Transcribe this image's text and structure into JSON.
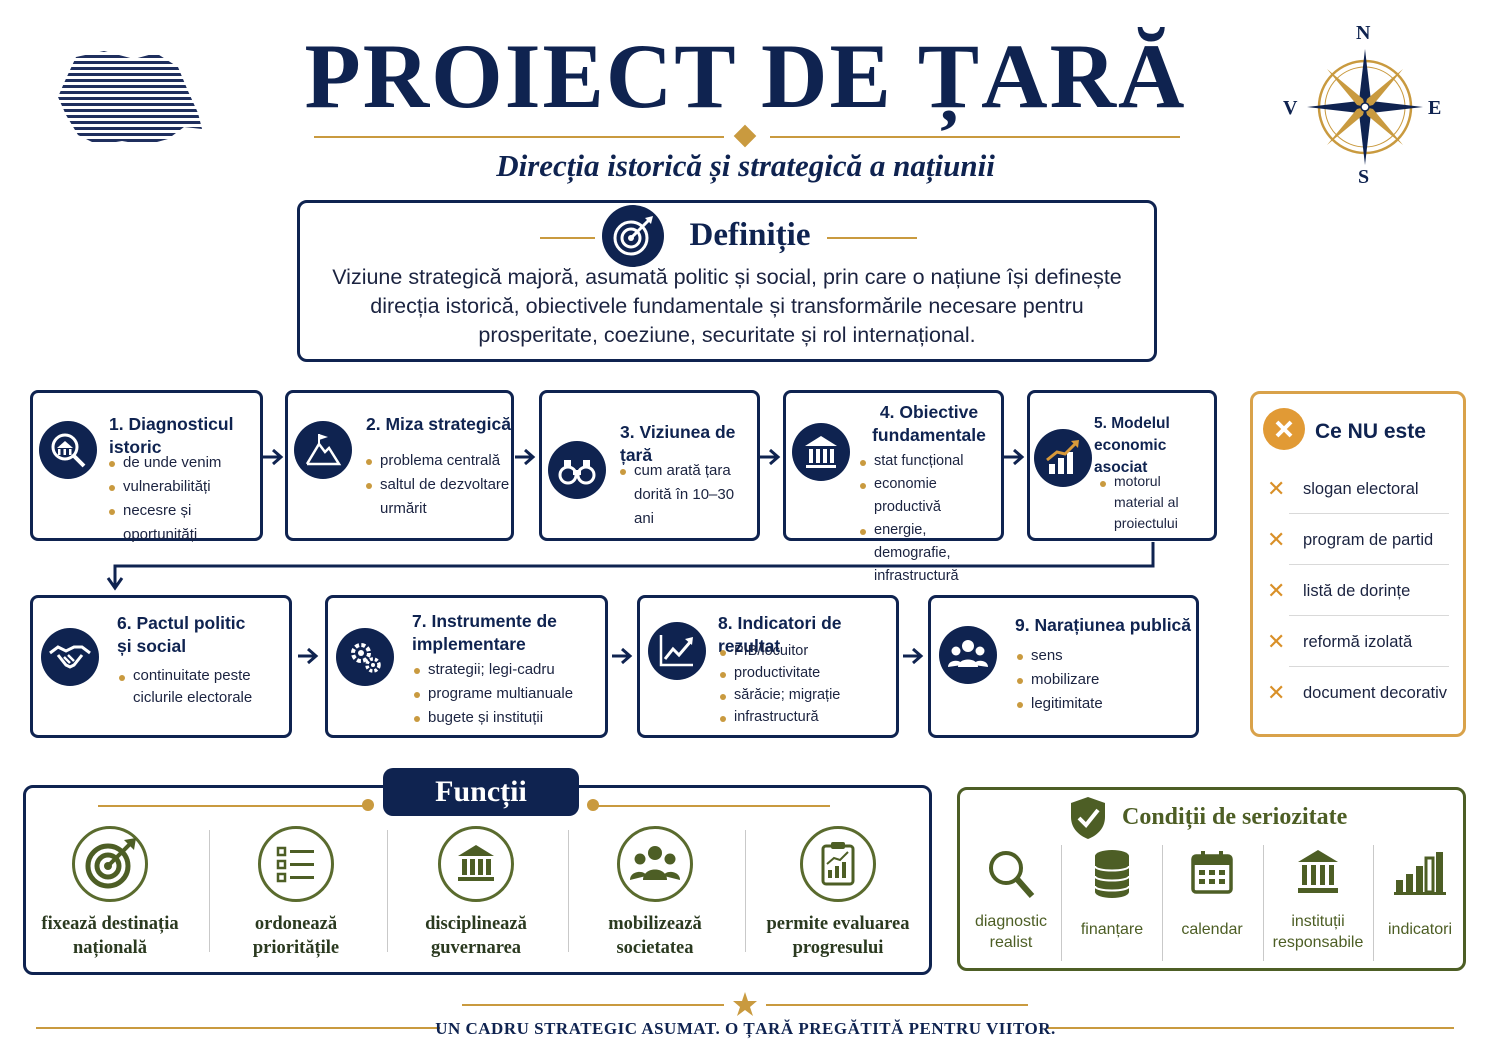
{
  "header": {
    "title": "PROIECT DE ȚARĂ",
    "subtitle": "Direcția istorică și strategică a națiunii",
    "compass": {
      "n": "N",
      "s": "S",
      "e": "E",
      "w": "V"
    }
  },
  "definition": {
    "title": "Definiție",
    "text": "Viziune strategică majoră, asumată politic și social, prin care o națiune își definește direcția istorică, obiectivele fundamentale și transformările necesare pentru prosperitate, coeziune, securitate și rol internațional."
  },
  "steps": [
    {
      "title": "1. Diagnosticul istoric",
      "icon": "magnifier-institution-icon",
      "bullets": [
        "de unde venim",
        "vulnerabilități",
        "necesre și oportunități"
      ]
    },
    {
      "title": "2. Miza strategică",
      "icon": "mountain-flag-icon",
      "bullets": [
        "problema centrală",
        "saltul de dezvoltare urmărit"
      ]
    },
    {
      "title": "3. Viziunea de țară",
      "icon": "binoculars-icon",
      "bullets": [
        "cum arată țara dorită în 10–30 ani"
      ]
    },
    {
      "title": "4. Obiective fundamentale",
      "icon": "institution-icon",
      "bullets": [
        "stat funcțional",
        "economie productivă",
        "energie, demografie, infrastructură"
      ]
    },
    {
      "title": "5. Modelul economic asociat",
      "icon": "growth-chart-icon",
      "bullets": [
        "motorul material al proiectului"
      ]
    },
    {
      "title": "6. Pactul politic și social",
      "icon": "handshake-icon",
      "bullets": [
        "continuitate peste ciclurile electorale"
      ]
    },
    {
      "title": "7. Instrumente de implementare",
      "icon": "gears-icon",
      "bullets": [
        "strategii; legi-cadru",
        "programe multianuale",
        "bugete și instituții"
      ]
    },
    {
      "title": "8. Indicatori de rezultat",
      "icon": "line-chart-icon",
      "bullets": [
        "PIB/locuitor",
        "productivitate",
        "sărăcie; migrație",
        "infrastructură"
      ]
    },
    {
      "title": "9. Narațiunea publică",
      "icon": "people-icon",
      "bullets": [
        "sens",
        "mobilizare",
        "legitimitate"
      ]
    }
  ],
  "not_is": {
    "title": "Ce NU este",
    "items": [
      "slogan electoral",
      "program de partid",
      "listă de dorințe",
      "reformă izolată",
      "document decorativ"
    ]
  },
  "functions": {
    "title": "Funcții",
    "items": [
      {
        "label_1": "fixează destinația",
        "label_2": "națională",
        "icon": "target-icon"
      },
      {
        "label_1": "ordonează",
        "label_2": "prioritățile",
        "icon": "checklist-icon"
      },
      {
        "label_1": "disciplinează",
        "label_2": "guvernarea",
        "icon": "institution-icon"
      },
      {
        "label_1": "mobilizează",
        "label_2": "societatea",
        "icon": "people-icon"
      },
      {
        "label_1": "permite evaluarea",
        "label_2": "progresului",
        "icon": "clipboard-chart-icon"
      }
    ]
  },
  "conditions": {
    "title": "Condiții de seriozitate",
    "items": [
      {
        "label_1": "diagnostic",
        "label_2": "realist",
        "icon": "magnifier-icon"
      },
      {
        "label_1": "finanțare",
        "label_2": "",
        "icon": "coins-icon"
      },
      {
        "label_1": "calendar",
        "label_2": "",
        "icon": "calendar-icon"
      },
      {
        "label_1": "instituții",
        "label_2": "responsabile",
        "icon": "institution-icon"
      },
      {
        "label_1": "indicatori",
        "label_2": "",
        "icon": "bar-chart-icon"
      }
    ]
  },
  "footer": "UN CADRU STRATEGIC ASUMAT. O ȚARĂ PREGĂTITĂ PENTRU VIITOR.",
  "colors": {
    "navy": "#0f2350",
    "gold": "#c99a3f",
    "orange": "#d99028",
    "olive": "#4d5e25"
  }
}
